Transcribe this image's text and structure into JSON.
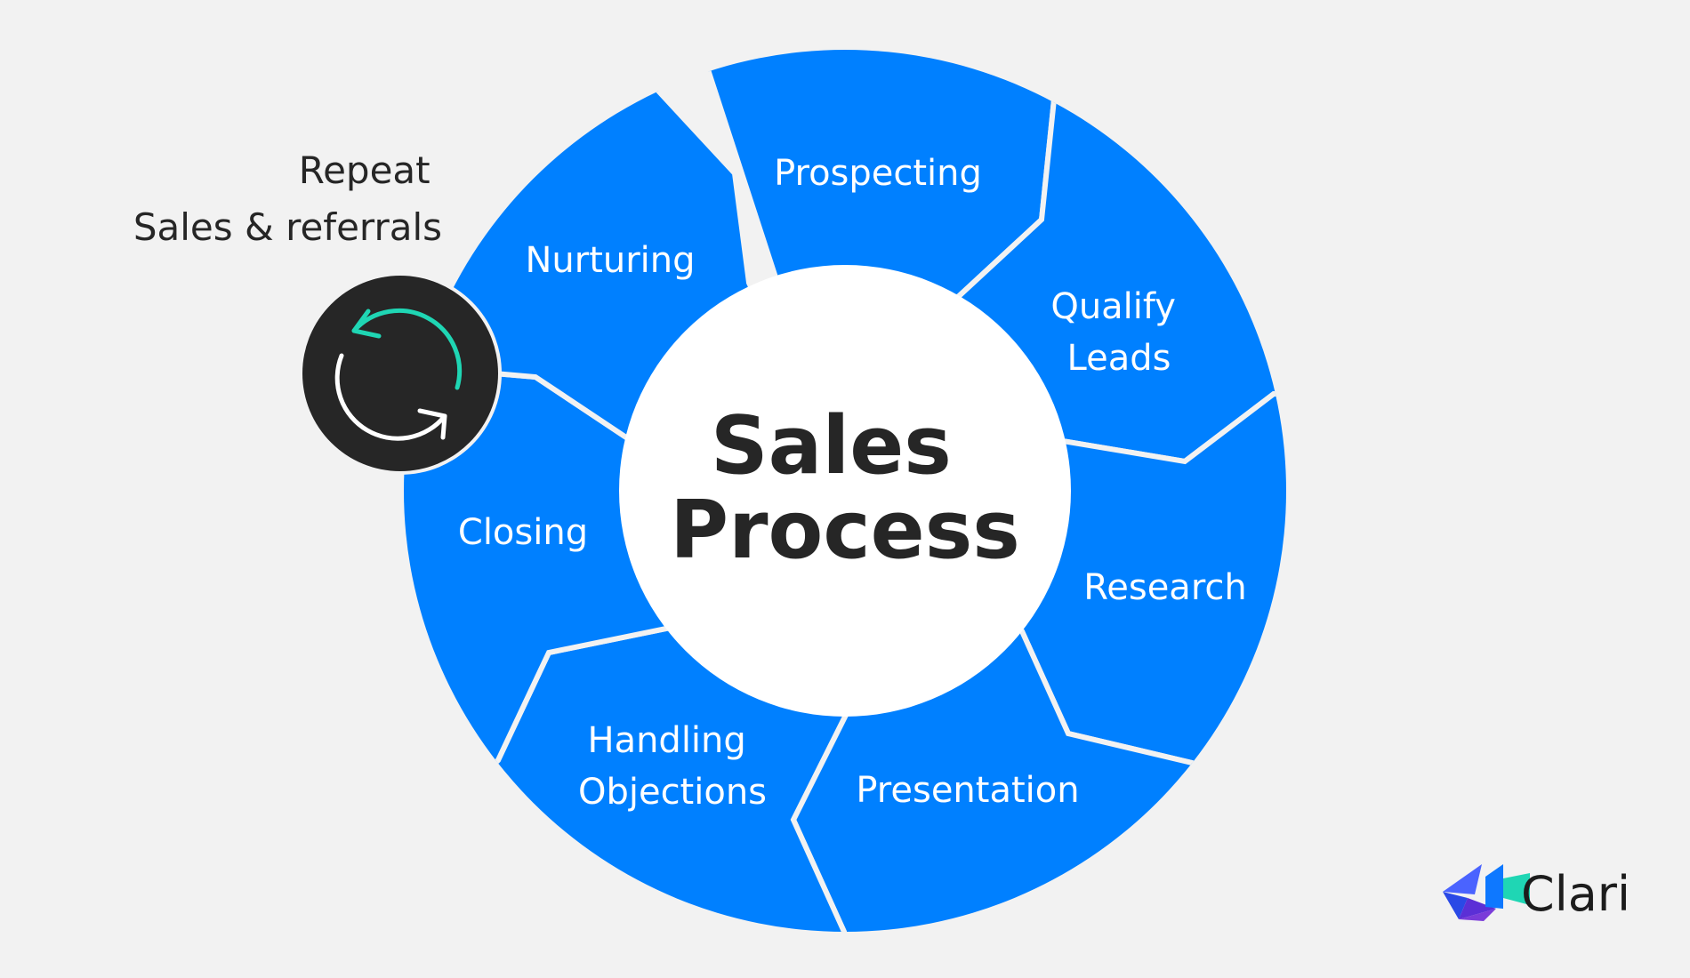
{
  "diagram": {
    "center_title": [
      "Sales",
      "Process"
    ],
    "steps": [
      {
        "id": "prospecting",
        "lines": [
          "Prospecting"
        ]
      },
      {
        "id": "qualify-leads",
        "lines": [
          "Qualify",
          "Leads"
        ]
      },
      {
        "id": "research",
        "lines": [
          "Research"
        ]
      },
      {
        "id": "presentation",
        "lines": [
          "Presentation"
        ]
      },
      {
        "id": "handling-objections",
        "lines": [
          "Handling",
          "Objections"
        ]
      },
      {
        "id": "closing",
        "lines": [
          "Closing"
        ]
      },
      {
        "id": "nurturing",
        "lines": [
          "Nurturing"
        ]
      }
    ],
    "repeat_note": [
      "Repeat",
      "Sales & referrals"
    ]
  },
  "icons": {
    "repeat_badge": "refresh-cycle-icon",
    "brand_logo": "clari-logo-icon"
  },
  "brand": {
    "name": "Clari"
  },
  "colors": {
    "background": "#f2f2f2",
    "segment": "#0080ff",
    "center": "#ffffff",
    "badge": "#262626",
    "badge_accent": "#1fd6b4",
    "text_dark": "#262626"
  }
}
